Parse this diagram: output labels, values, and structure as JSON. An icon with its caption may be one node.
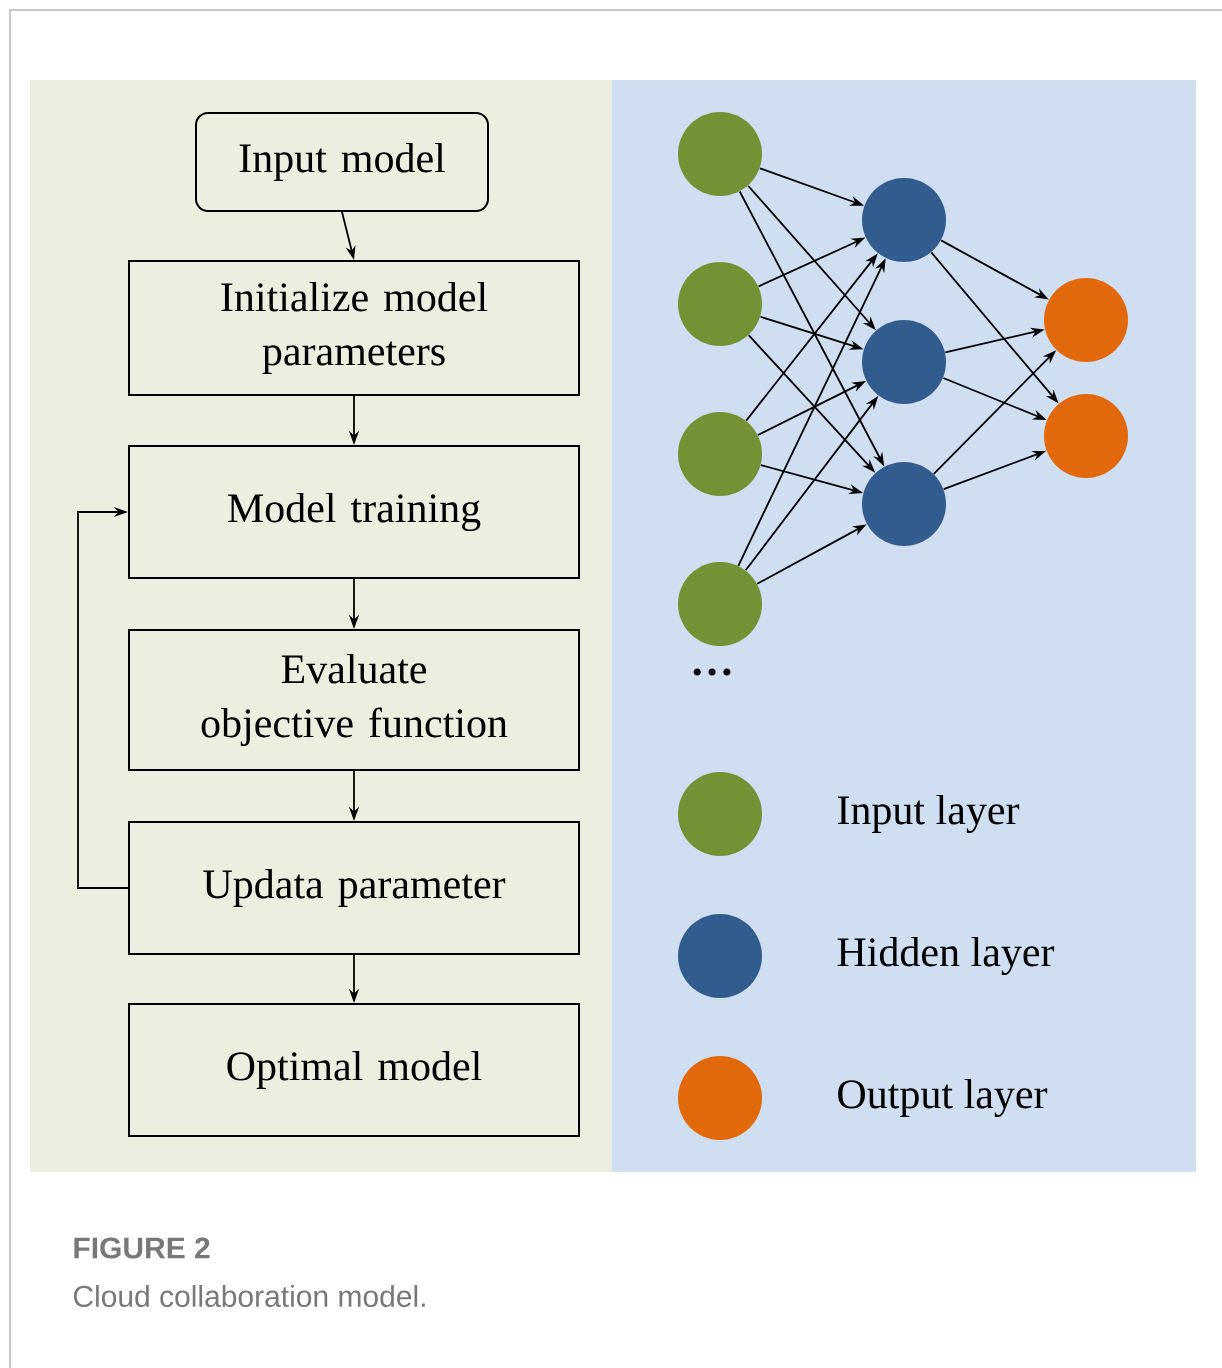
{
  "diagram": {
    "title": "FIGURE 2",
    "caption": "Cloud collaboration model.",
    "nodes": [
      {
        "text": [
          "Input model"
        ]
      },
      {
        "text": [
          "Initialize model parameters"
        ]
      },
      {
        "text": [
          "Model training"
        ]
      },
      {
        "text": [
          "Evaluate objective function"
        ]
      },
      {
        "text": [
          "Updata parameter"
        ]
      },
      {
        "text": [
          "Optimal model"
        ]
      },
      {
        "text": [],
        "shape": "circle"
      },
      {
        "text": [],
        "shape": "circle"
      },
      {
        "text": [],
        "shape": "circle"
      },
      {
        "text": [],
        "shape": "circle"
      },
      {
        "text": [],
        "shape": "circle"
      },
      {
        "text": [],
        "shape": "circle"
      },
      {
        "text": [],
        "shape": "circle"
      },
      {
        "text": [],
        "shape": "circle"
      },
      {
        "text": [],
        "shape": "circle"
      }
    ],
    "edges": [
      {
        "from": 0,
        "to": 1,
        "arrow": "to"
      },
      {
        "from": 1,
        "to": 2,
        "arrow": "to"
      },
      {
        "from": 2,
        "to": 3,
        "arrow": "to"
      },
      {
        "from": 3,
        "to": 4,
        "arrow": "to"
      },
      {
        "from": 4,
        "to": 5,
        "arrow": "to"
      },
      {
        "from": 4,
        "to": 2,
        "arrow": "to"
      },
      {
        "from": 6,
        "to": 10,
        "arrow": "to"
      },
      {
        "from": 6,
        "to": 11,
        "arrow": "to"
      },
      {
        "from": 6,
        "to": 12,
        "arrow": "to"
      },
      {
        "from": 7,
        "to": 10,
        "arrow": "to"
      },
      {
        "from": 7,
        "to": 11,
        "arrow": "to"
      },
      {
        "from": 7,
        "to": 12,
        "arrow": "to"
      },
      {
        "from": 8,
        "to": 10,
        "arrow": "to"
      },
      {
        "from": 8,
        "to": 11,
        "arrow": "to"
      },
      {
        "from": 8,
        "to": 12,
        "arrow": "to"
      },
      {
        "from": 9,
        "to": 10,
        "arrow": "to"
      },
      {
        "from": 9,
        "to": 11,
        "arrow": "to"
      },
      {
        "from": 9,
        "to": 12,
        "arrow": "to"
      },
      {
        "from": 10,
        "to": 13,
        "arrow": "to"
      },
      {
        "from": 10,
        "to": 14,
        "arrow": "to"
      },
      {
        "from": 11,
        "to": 13,
        "arrow": "to"
      },
      {
        "from": 11,
        "to": 14,
        "arrow": "to"
      },
      {
        "from": 12,
        "to": 13,
        "arrow": "to"
      },
      {
        "from": 12,
        "to": 14,
        "arrow": "to"
      }
    ],
    "labels": [
      "…"
    ],
    "legend": [
      {
        "text": "Input layer",
        "color": "#739236"
      },
      {
        "text": "Hidden layer",
        "color": "#335c8e"
      },
      {
        "text": "Output layer",
        "color": "#e1690c"
      }
    ]
  }
}
